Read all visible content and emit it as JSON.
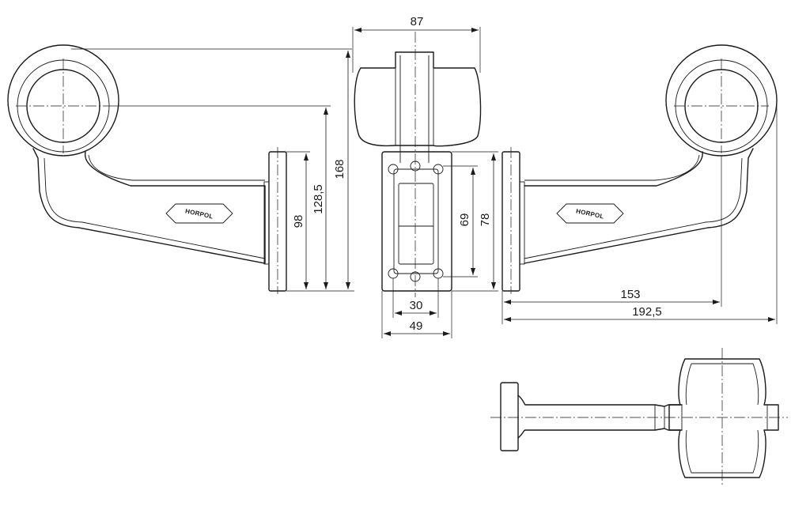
{
  "dimensions": {
    "width_87": "87",
    "height_168": "168",
    "height_128_5": "128,5",
    "height_98": "98",
    "height_69": "69",
    "height_78": "78",
    "width_30": "30",
    "width_49": "49",
    "length_153": "153",
    "length_192_5": "192,5"
  },
  "logo": {
    "left": "HORPOL",
    "right": "HORPOL"
  },
  "colors": {
    "line": "#1a1a1a",
    "background": "#ffffff"
  }
}
